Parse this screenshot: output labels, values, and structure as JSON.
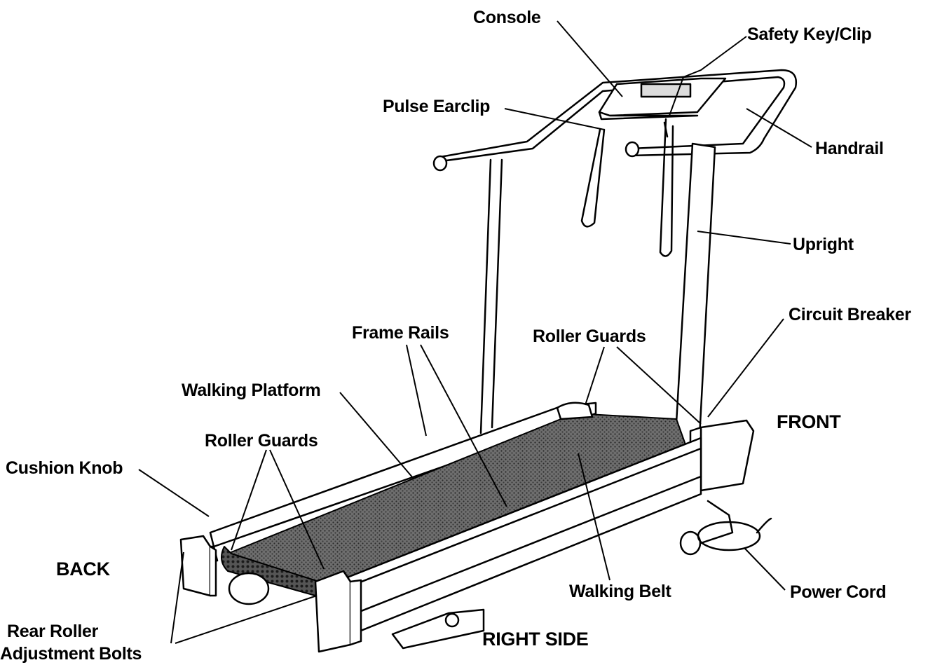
{
  "diagram": {
    "labels": {
      "console": "Console",
      "safety_key": "Safety Key/Clip",
      "pulse_earclip": "Pulse Earclip",
      "handrail": "Handrail",
      "upright": "Upright",
      "circuit_breaker": "Circuit Breaker",
      "frame_rails": "Frame Rails",
      "roller_guards_front": "Roller Guards",
      "walking_platform": "Walking Platform",
      "front": "FRONT",
      "roller_guards_back": "Roller Guards",
      "cushion_knob": "Cushion Knob",
      "back": "BACK",
      "walking_belt": "Walking Belt",
      "power_cord": "Power Cord",
      "right_side": "RIGHT SIDE",
      "rear_roller_line1": "Rear Roller",
      "rear_roller_line2": "Adjustment Bolts"
    }
  }
}
